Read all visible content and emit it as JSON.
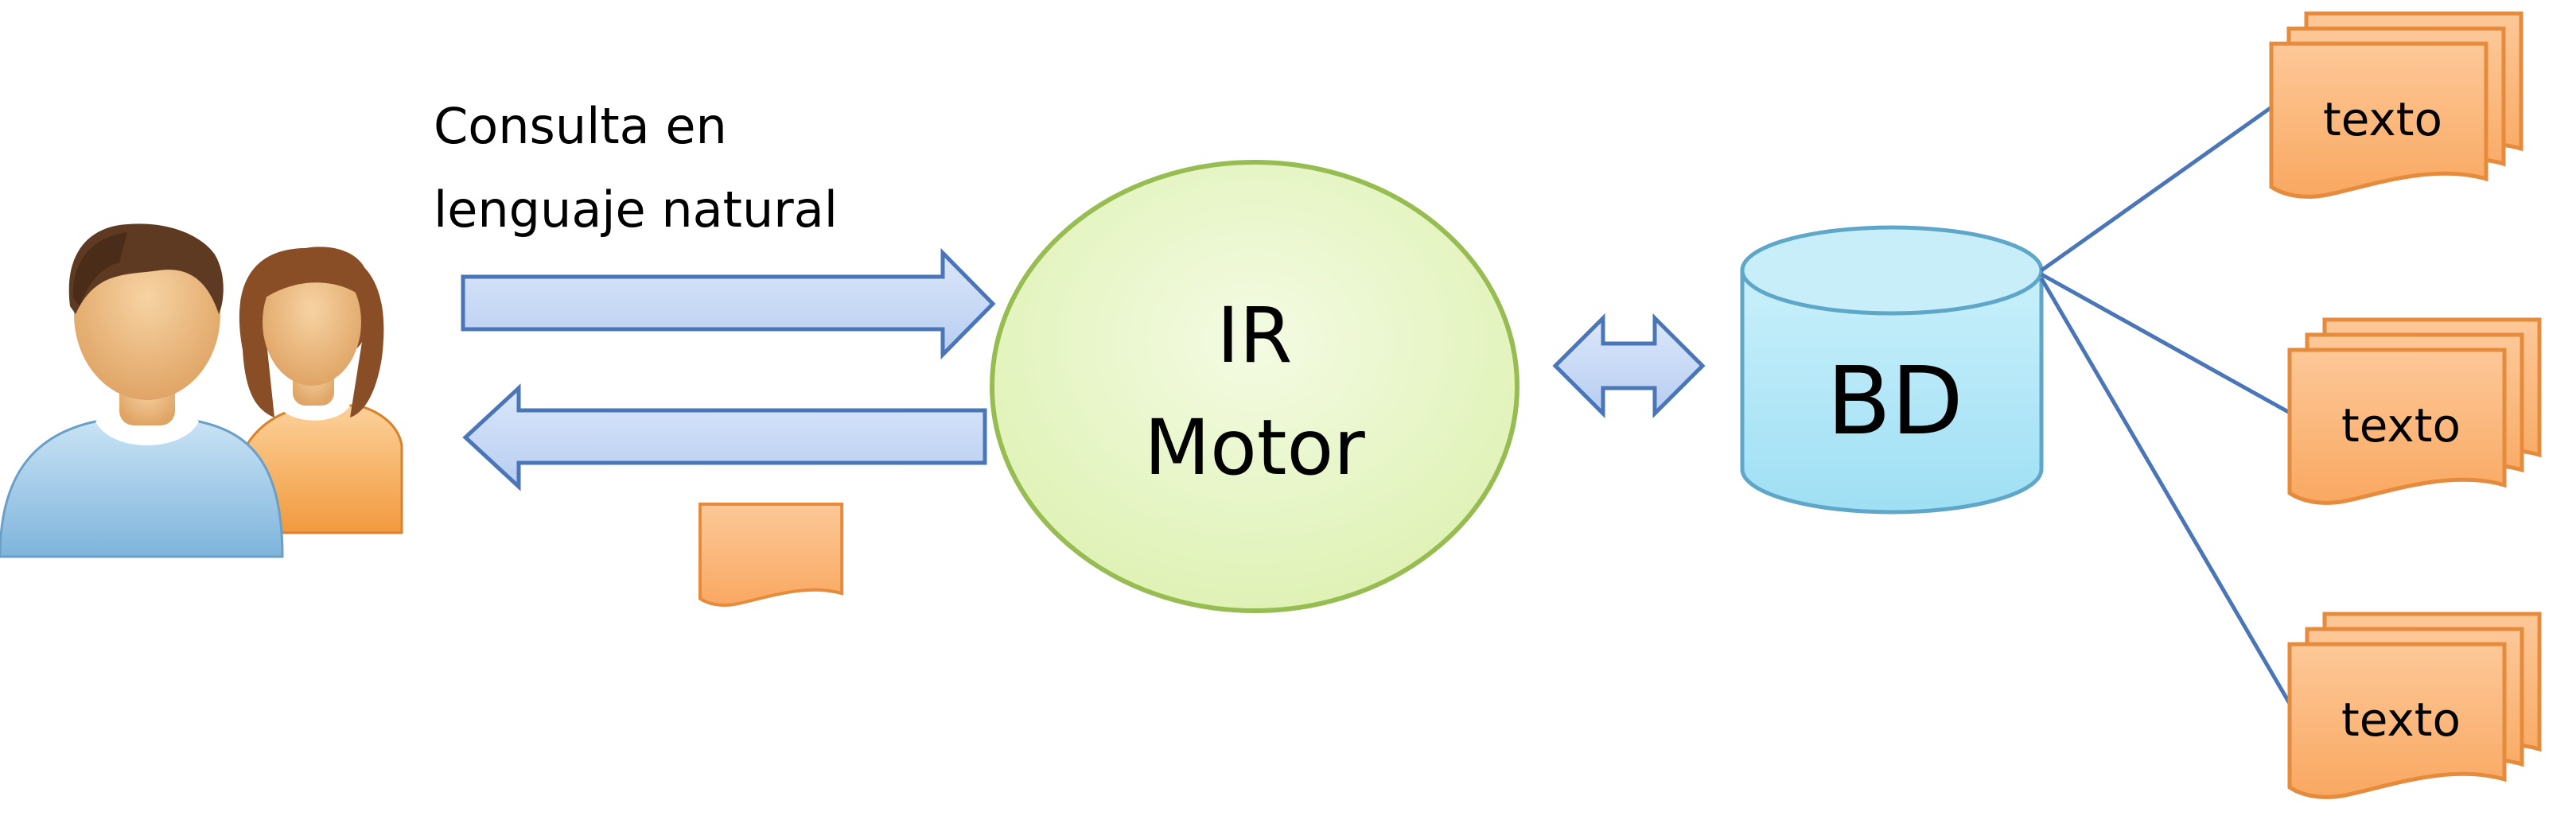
{
  "query_label": {
    "line1": "Consulta en",
    "line2": "lenguaje natural"
  },
  "engine": {
    "line1": "IR",
    "line2": "Motor"
  },
  "database": {
    "label": "BD"
  },
  "documents": [
    {
      "label": "texto"
    },
    {
      "label": "texto"
    },
    {
      "label": "texto"
    }
  ],
  "colors": {
    "arrow_fill": "#c6d8f5",
    "arrow_stroke": "#4a76b8",
    "engine_fill": "#e6f5c4",
    "engine_stroke": "#97bd52",
    "db_fill": "#aee6f7",
    "db_stroke": "#5fa7c9",
    "doc_fill": "#fbb67a",
    "doc_stroke": "#e68a3c",
    "connector": "#4a76b8"
  },
  "icons": {
    "users": "users-icon",
    "result_document": "document-icon"
  }
}
